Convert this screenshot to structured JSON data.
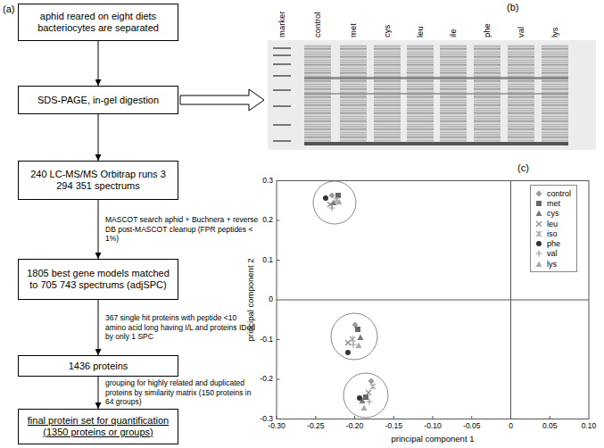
{
  "diagram": {
    "nodes": [
      {
        "text": [
          "aphid reared on eight diets bacteriocytes are separated"
        ]
      },
      {
        "text": [
          "SDS-PAGE, in-gel digestion"
        ]
      },
      {
        "text": [
          "240 LC-MS/MS Orbitrap runs 3 294 351 spectrums"
        ]
      },
      {
        "text": [
          "1805 best gene models matched to 705 743 spectrums (adjSPC)"
        ]
      },
      {
        "text": [
          "1436 proteins"
        ]
      },
      {
        "text": [
          "final protein set for quantification (1350 proteins or groups)"
        ]
      }
    ],
    "edges": [
      {
        "from": 0,
        "to": 1,
        "arrow": "to"
      },
      {
        "from": 1,
        "to": 2,
        "arrow": "to"
      },
      {
        "from": 2,
        "to": 3,
        "arrow": "to",
        "label": "MASCOT search aphid + Buchnera + reverse DB post-MASCOT cleanup (FPR peptides < 1%)"
      },
      {
        "from": 3,
        "to": 4,
        "arrow": "to",
        "label": "367 single hit proteins with peptide <10 amino acid long having I/L and proteins IDed by only 1 SPC"
      },
      {
        "from": 4,
        "to": 5,
        "arrow": "to",
        "label": "grouping for highly related and duplicated proteins by similarity matrix (150 proteins in 64 groups)"
      }
    ],
    "labels": [
      "(a)",
      "(b)",
      "(c)",
      "marker",
      "control",
      "met",
      "cys",
      "leu",
      "ile",
      "phe",
      "val",
      "lys",
      "-0.30",
      "-0.25",
      "-0.20",
      "-0.15",
      "-0.10",
      "-0.05",
      "0",
      "0.05",
      "0.10",
      "0.3",
      "0.2",
      "0.1",
      "0",
      "-0.1",
      "-0.2",
      "-0.3",
      "principal component 1",
      "principal component 2"
    ],
    "legend": [
      {
        "text": "control"
      },
      {
        "text": "met"
      },
      {
        "text": "cys"
      },
      {
        "text": "leu"
      },
      {
        "text": "iso"
      },
      {
        "text": "phe"
      },
      {
        "text": "val"
      },
      {
        "text": "lys"
      }
    ]
  }
}
